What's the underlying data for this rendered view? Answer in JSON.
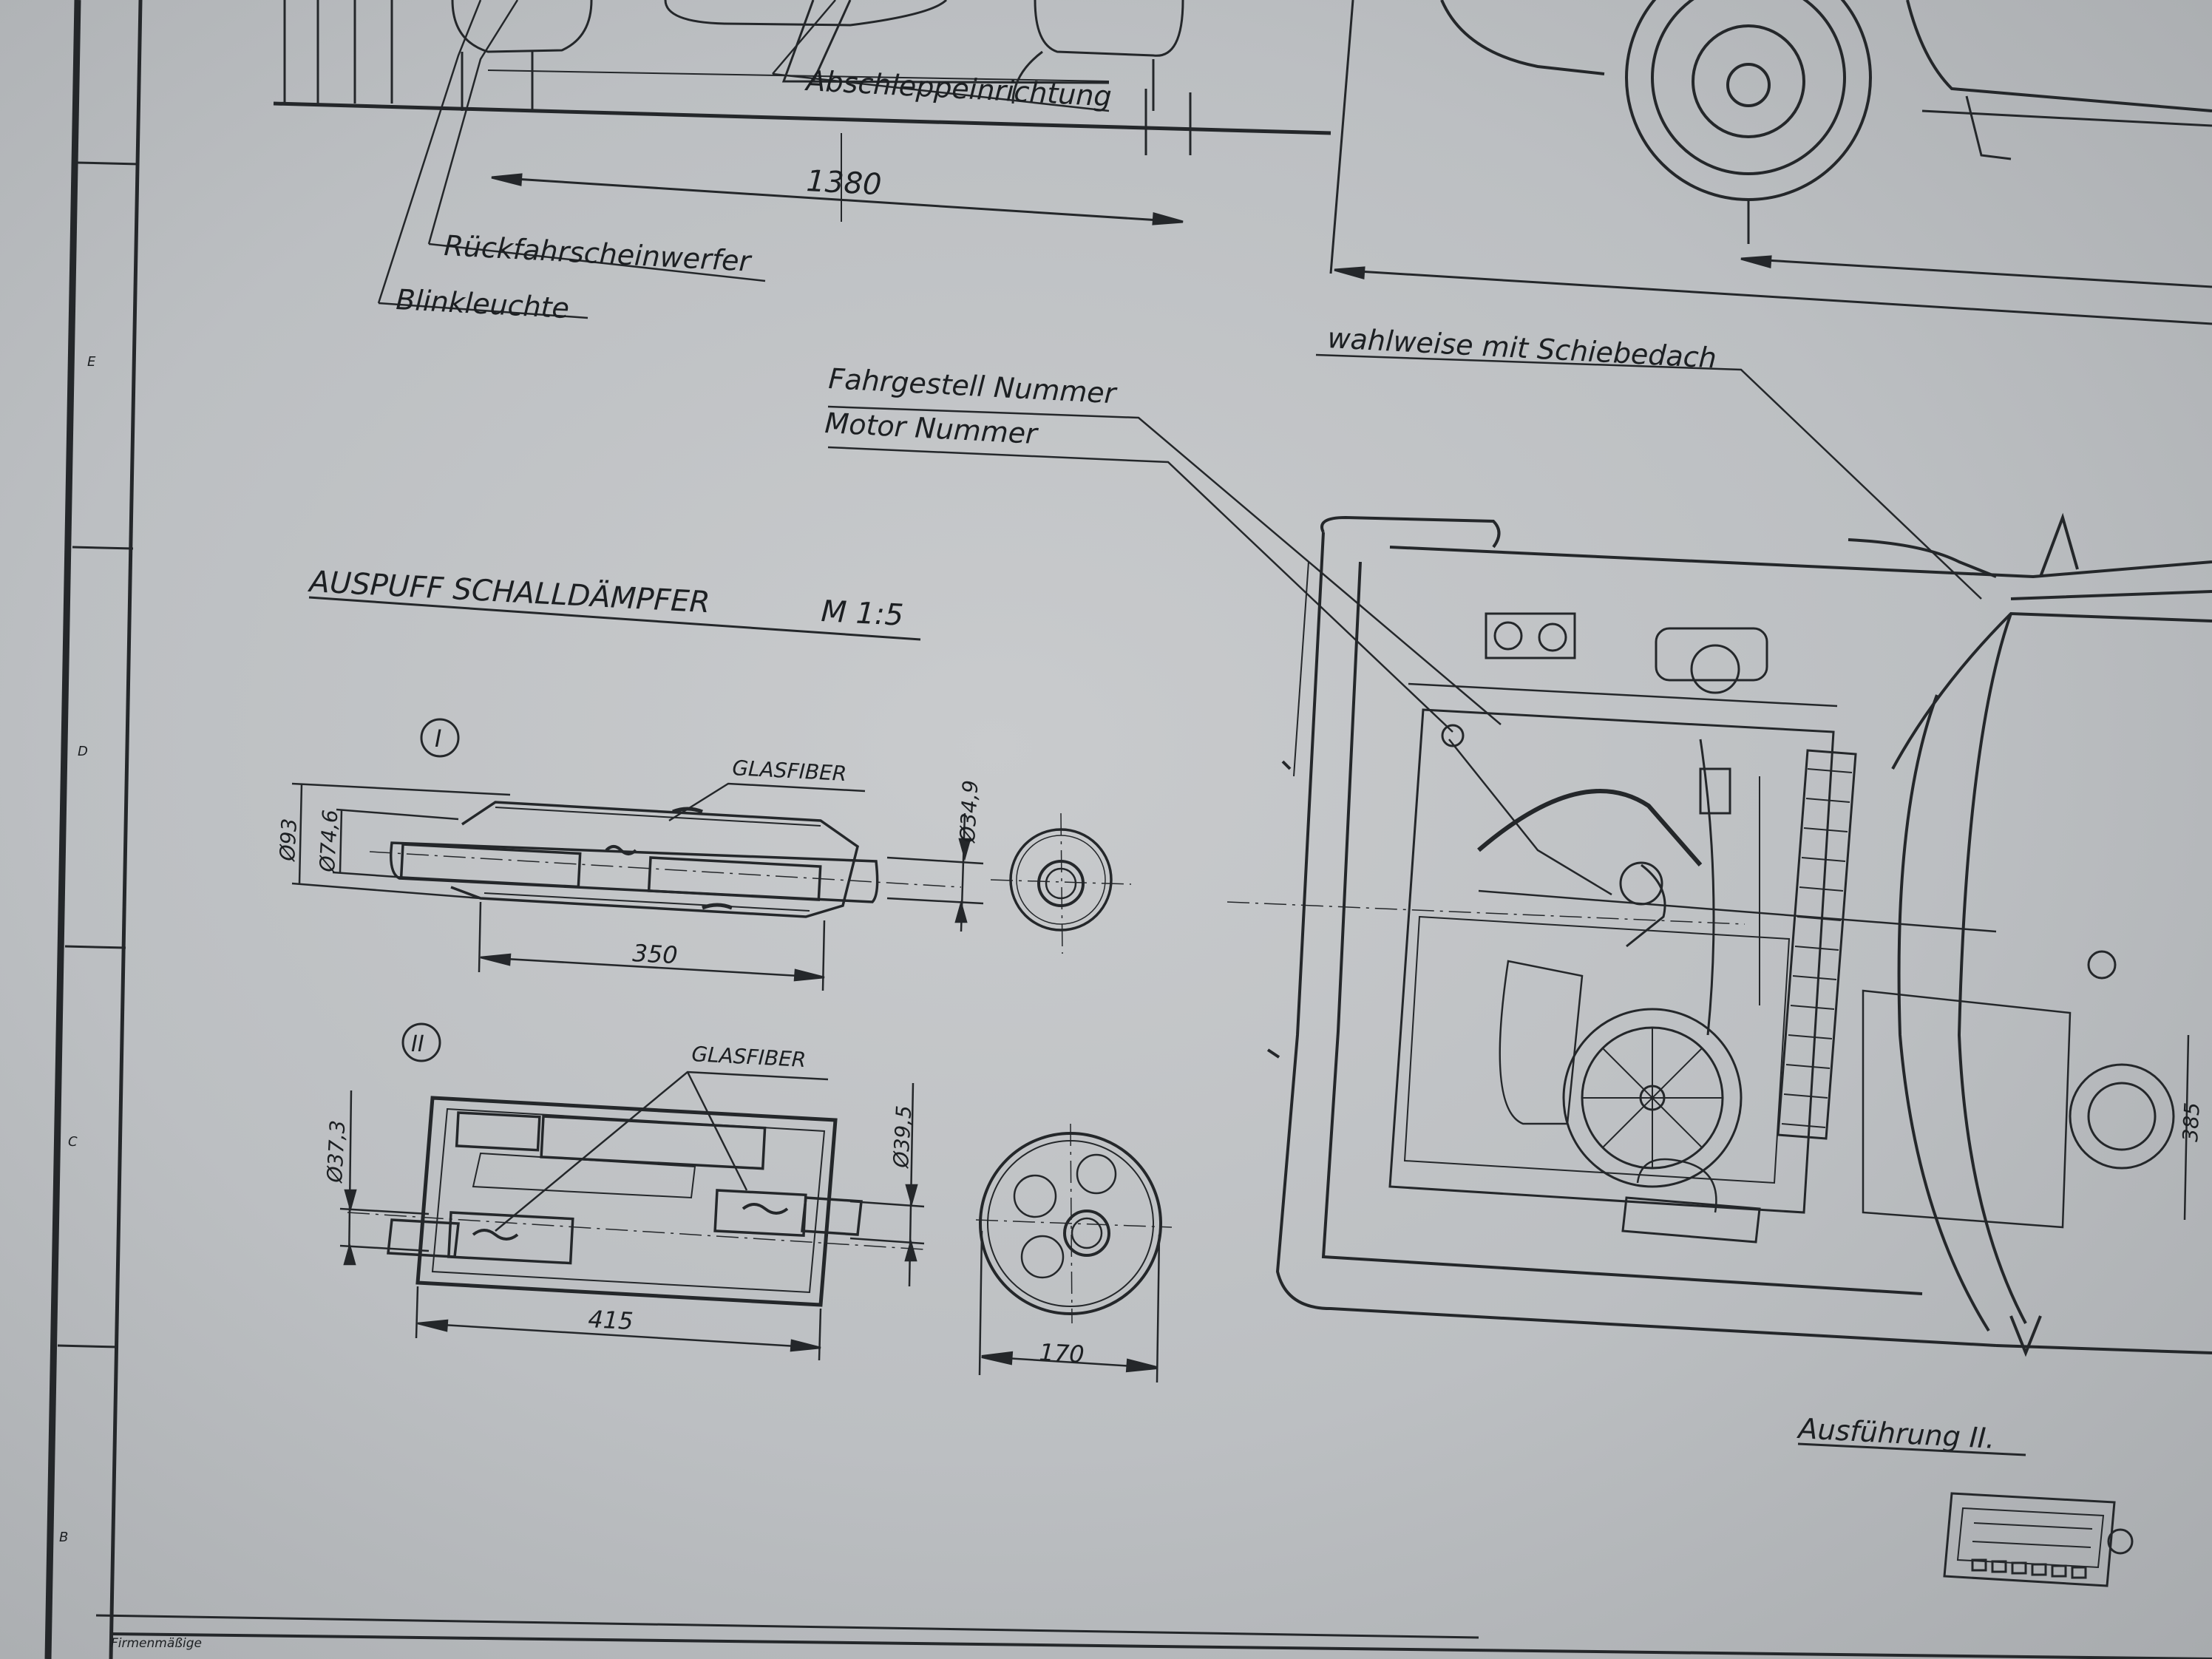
{
  "labels": {
    "abschlepp": "Abschleppeinrichtung",
    "rueckfahr": "Rückfahrscheinwerfer",
    "blink": "Blinkleuchte",
    "fahrgestell": "Fahrgestell Nummer",
    "motor": "Motor Nummer",
    "schiebedach": "wahlweise mit Schiebedach",
    "auspuff": "AUSPUFF SCHALLDÄMPFER",
    "scale": "M 1:5",
    "glasfiber1": "GLASFIBER",
    "glasfiber2": "GLASFIBER",
    "ausfuehrung": "Ausführung II.",
    "firm": "Firmenmäßige"
  },
  "markers": {
    "one": "I",
    "two": "II"
  },
  "dimensions": {
    "d1380": "1380",
    "d93": "Ø93",
    "d746": "Ø74,6",
    "d349": "Ø34,9",
    "d350": "350",
    "d373": "Ø37,3",
    "d395": "Ø39,5",
    "d415": "415",
    "d170": "170",
    "d385": "385"
  },
  "border_letters": [
    "E",
    "D",
    "C",
    "B"
  ],
  "colors": {
    "paper": "#c3c6c8",
    "ink": "#24272a"
  }
}
